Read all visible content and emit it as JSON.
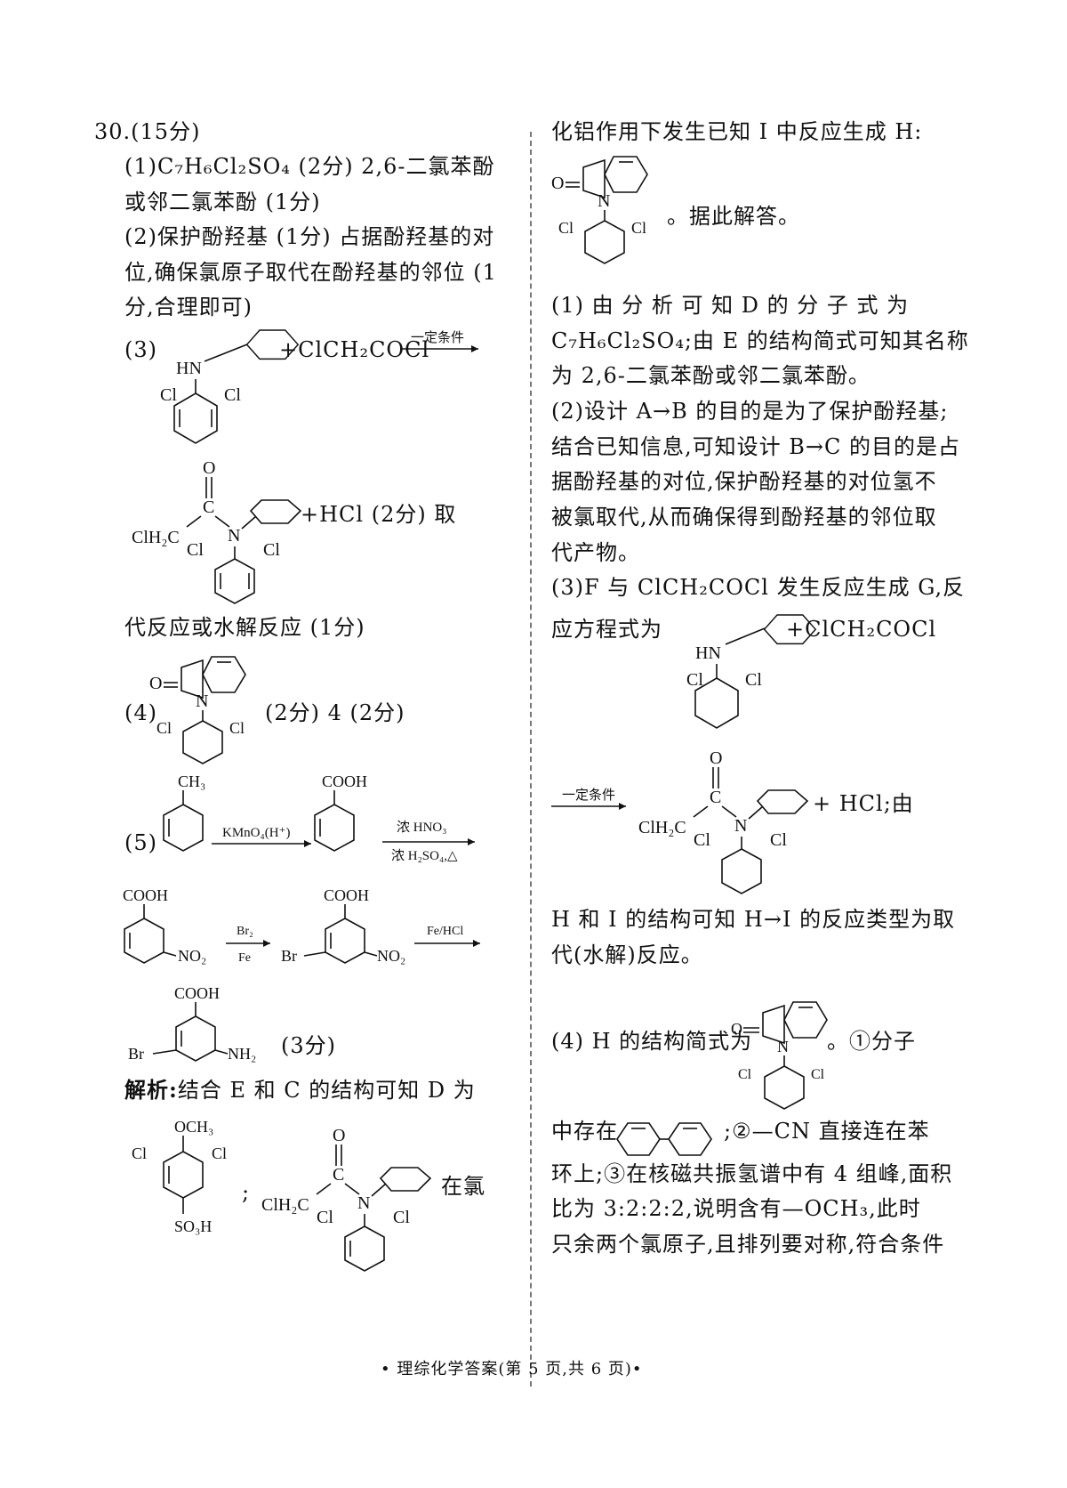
{
  "left": {
    "q_header": "30.(15分)",
    "a1_line1": "(1)C₇H₆Cl₂SO₄  (2分)  2,6-二氯苯酚",
    "a1_line2": "或邻二氯苯酚  (1分)",
    "a2_line1": "(2)保护酚羟基  (1分)  占据酚羟基的对",
    "a2_line2": "位,确保氯原子取代在酚羟基的邻位  (1",
    "a2_line3": "分,合理即可)",
    "a3_label": "(3)",
    "a3_reagent": "+ClCH₂COCl",
    "a3_condition": "一定条件",
    "a3_product_tail": "+HCl  (2分)  取",
    "a3_line_end": "代反应或水解反应  (1分)",
    "a4_label": "(4)",
    "a4_score": "(2分)  4  (2分)",
    "a5_label": "(5)",
    "a5_r1_top": "KMnO₄(H⁺)",
    "a5_r2_top": "浓 HNO₃",
    "a5_r2_bottom": "浓 H₂SO₄,△",
    "a5_r3_top": "Br₂",
    "a5_r3_bottom": "Fe",
    "a5_r4_top": "Fe/HCl",
    "a5_score": "(3分)",
    "analysis_label": "解析:",
    "analysis_text": "结合 E 和 C 的结构可知 D 为",
    "semicolon": ";",
    "zai_lv": "在氯"
  },
  "right": {
    "line1": "化铝作用下发生已知 Ⅰ 中反应生成 H:",
    "after_h": "。据此解答。",
    "p1_line1": "(1) 由 分 析 可 知  D  的 分 子 式 为",
    "p1_line2": "C₇H₆Cl₂SO₄;由 E 的结构简式可知其名称",
    "p1_line3": "为 2,6-二氯苯酚或邻二氯苯酚。",
    "p2_line1": "(2)设计 A→B 的目的是为了保护酚羟基;",
    "p2_line2": "结合已知信息,可知设计 B→C 的目的是占",
    "p2_line3": "据酚羟基的对位,保护酚羟基的对位氢不",
    "p2_line4": "被氯取代,从而确保得到酚羟基的邻位取",
    "p2_line5": "代产物。",
    "p3_line1": "(3)F 与 ClCH₂COCl 发生反应生成 G,反",
    "p3_line2": "应方程式为",
    "p3_reagent": "+ClCH₂COCl",
    "p3_condition": "一定条件",
    "p3_tail": "+ HCl;由",
    "p3_line3": "H 和 I 的结构可知 H→I 的反应类型为取",
    "p3_line4": "代(水解)反应。",
    "p4_line1": "(4) H 的结构简式为",
    "p4_after": "。①分子",
    "p4_line2a": "中存在",
    "p4_line2b": ";②—CN 直接连在苯",
    "p4_line3": "环上;③在核磁共振氢谱中有 4 组峰,面积",
    "p4_line4": "比为 3:2:2:2,说明含有—OCH₃,此时",
    "p4_line5": "只余两个氯原子,且排列要对称,符合条件"
  },
  "chem": {
    "HN": "HN",
    "N": "N",
    "O": "O",
    "Cl": "Cl",
    "ClH2C": "ClH₂C",
    "CH3": "CH₃",
    "COOH": "COOH",
    "NO2": "NO₂",
    "Br": "Br",
    "NH2": "NH₂",
    "OCH3": "OCH₃",
    "SO3H": "SO₃H",
    "C": "C"
  },
  "footer": "• 理综化学答案(第 5 页,共 6 页)•"
}
